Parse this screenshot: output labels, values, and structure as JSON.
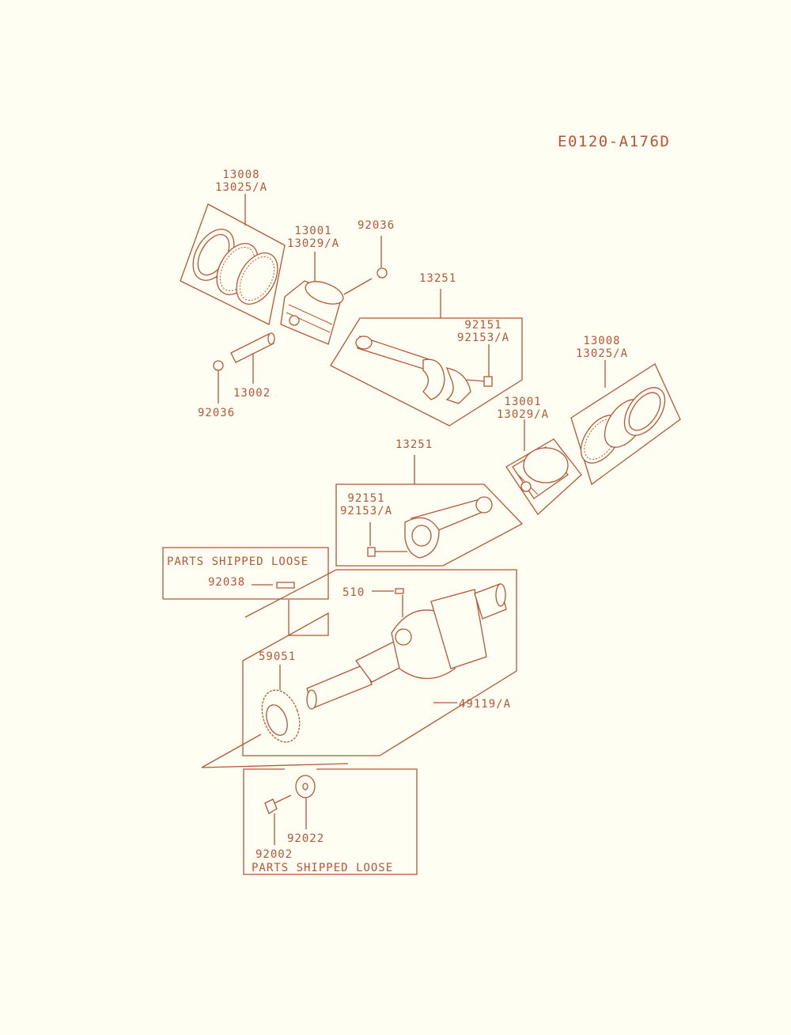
{
  "diagram_code": "E0120-A176D",
  "labels": {
    "rings_top_a": "13008",
    "rings_top_b": "13025/A",
    "piston_top_a": "13001",
    "piston_top_b": "13029/A",
    "clip_top": "92036",
    "conrod_top": "13251",
    "bolt_top_a": "92151",
    "bolt_top_b": "92153/A",
    "pin": "13002",
    "clip_bottom": "92036",
    "rings_right_a": "13008",
    "rings_right_b": "13025/A",
    "piston_right_a": "13001",
    "piston_right_b": "13029/A",
    "conrod_mid": "13251",
    "bolt_mid_a": "92151",
    "bolt_mid_b": "92153/A",
    "parts_loose_top": "PARTS SHIPPED LOOSE",
    "pin_loose": "92038",
    "key": "510",
    "gear": "59051",
    "crankshaft": "49119/A",
    "washer": "92022",
    "bolt_bottom": "92002",
    "parts_loose_bottom": "PARTS SHIPPED LOOSE"
  },
  "colors": {
    "ink": "#b5563a",
    "paper": "#fffef2"
  }
}
